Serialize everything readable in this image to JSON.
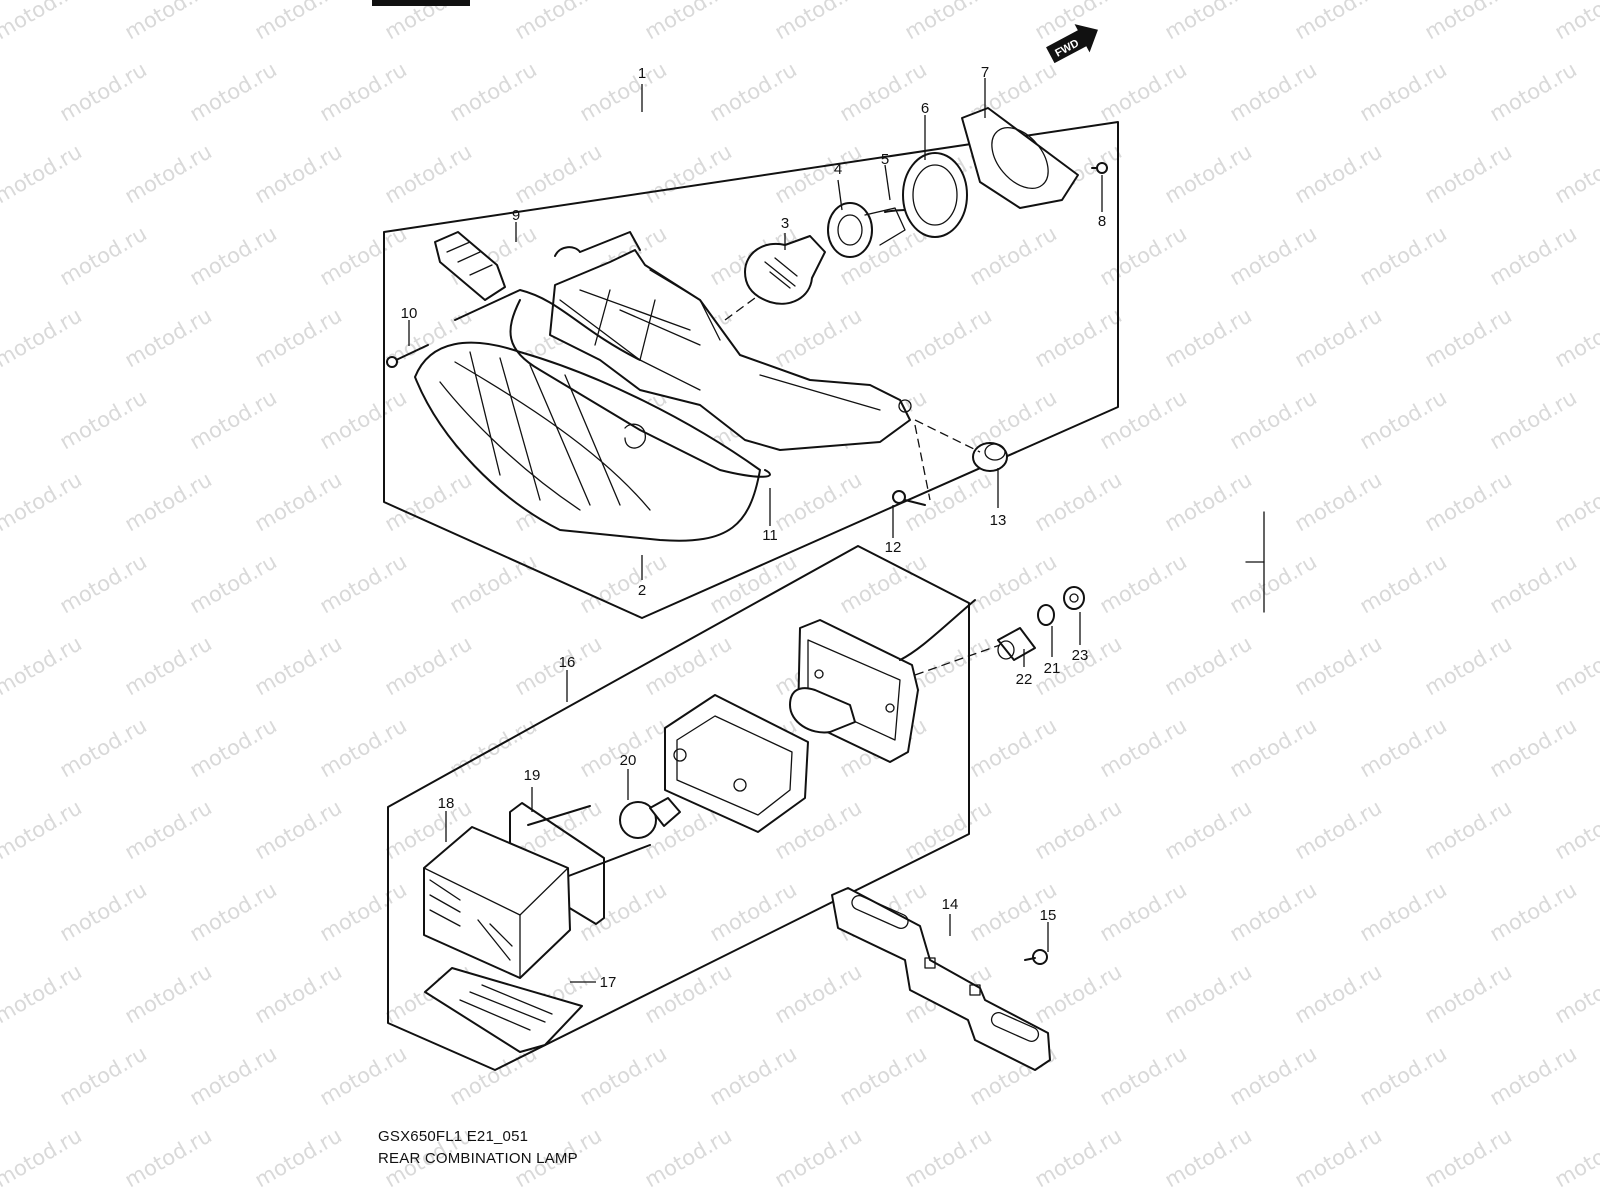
{
  "figure": {
    "code": "GSX650FL1 E21_051",
    "title": "REAR COMBINATION LAMP",
    "direction_badge": "FWD",
    "watermark": "motod.ru"
  },
  "callouts": [
    "1",
    "2",
    "3",
    "4",
    "5",
    "6",
    "7",
    "8",
    "9",
    "10",
    "11",
    "12",
    "13",
    "14",
    "15",
    "16",
    "17",
    "18",
    "19",
    "20",
    "21",
    "22",
    "23"
  ],
  "icons": {
    "direction": "fwd-arrow-icon"
  }
}
